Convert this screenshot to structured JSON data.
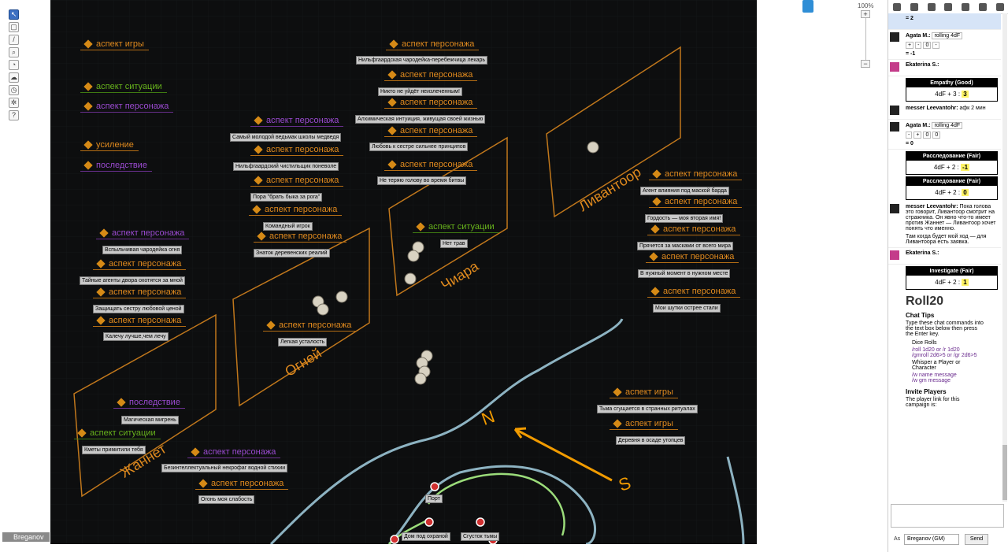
{
  "toolbar": {
    "player_name": "Breganov",
    "player_color": "#f19b00"
  },
  "zoom": {
    "level": "100%",
    "plus": "+",
    "minus": "−"
  },
  "aspects": {
    "game": "аспект игры",
    "situation": "аспект ситуации",
    "character": "аспект персонажа",
    "boost": "усиление",
    "consequence": "последствие"
  },
  "labels": {
    "chiara_1": "Нильфгаардская чародейка-перебежчица лекарь",
    "chiara_2": "Никто не уйдёт неизлеченным!",
    "chiara_3": "Алхимическая интуиция, живущая своей жизнью",
    "chiara_4": "Любовь к сестре сильнее принципов",
    "chiara_5": "Не теряю голову во время битвы",
    "chiara_sit": "Нет трав",
    "ogney_1": "Самый молодой ведьмак школы медведя",
    "ogney_2": "Нильфгаардский чистильщик поневоле",
    "ogney_3": "Пора \"брать быка за рога\"",
    "ogney_4": "Командный игрок",
    "ogney_5": "Знаток деревенских реалий",
    "ogney_6": "Легкая усталость",
    "jeannette_1": "Вспыльчивая чародейка огня",
    "jeannette_2": "Тайные агенты двора охотятся за мной",
    "jeannette_3": "Защищать сестру любовой ценой",
    "jeannette_4": "Калечу лучше,чем лечу",
    "jeannette_5": "Магическая мигрень",
    "jeannette_6": "Кметы примитили тебя",
    "jeannette_7": "Безинтеллектуальный некрофаг водной стихии",
    "jeannette_8": "Огонь моя слабость",
    "livantoor_1": "Агент влияния под маской барда",
    "livantoor_2": "Гордость — моя вторая имя!",
    "livantoor_3": "Прячется за масками от всего мира",
    "livantoor_4": "В нужный момент в нужном месте",
    "livantoor_5": "Мои шутки острее стали",
    "game_1": "Тьма сгущается в странных ритуалах",
    "game_2": "Деревня в осаде утопцев",
    "map_port": "Порт",
    "map_house": "Дом под охраной",
    "map_clot": "Сгусток тьмы"
  },
  "cards": {
    "chiara": "Чиара",
    "ogney": "Огней",
    "jeannette": "Жаннет",
    "livantoor": "Ливантоор"
  },
  "compass": {
    "n": "N",
    "s": "S"
  },
  "chat": {
    "result_top": "= 2",
    "m1_name": "Agata M.:",
    "m1_cmd": "rolling 4dF",
    "m1_dice": [
      "+",
      "-",
      "0",
      "-"
    ],
    "m1_result": "= -1",
    "m2_name": "Ekaterina S.:",
    "m2_title": "Empathy (Good)",
    "m2_formula": "4dF + 3 :",
    "m2_value": "3",
    "m3_name": "messer Leevantohr:",
    "m3_text": "афк 2 мин",
    "m4_name": "Agata M.:",
    "m4_cmd": "rolling 4dF",
    "m4_dice": [
      "-",
      "+",
      "0",
      "0"
    ],
    "m4_result": "= 0",
    "m5_title": "Расследование (Fair)",
    "m5_formula": "4dF + 2 :",
    "m5_value": "-1",
    "m6_title": "Расследование (Fair)",
    "m6_formula": "4dF + 2 :",
    "m6_value": "0",
    "m7_name": "messer Leevantohr:",
    "m7_text": "Пока голова это говорит, Ливантоор смотрит на стражника. Он явно что-то имеет против Жаннет — Ливантоор хочет понять что именно.",
    "m7_text2": "Там когда будет мой ход — для Ливантоора есть заявка.",
    "m8_name": "Ekaterina S.:",
    "m8_title": "Investigate (Fair)",
    "m8_formula": "4dF + 2 :",
    "m8_value": "1",
    "brand": "Roll20",
    "tips_title": "Chat Tips",
    "tips_intro": "Type these chat commands into the text box below then press the Enter key.",
    "tips_dice": "Dice Rolls",
    "tips_roll": "/roll 1d20 or /r 1d20",
    "tips_groll": "/gmroll 2d6>5 or /gr 2d6>5",
    "tips_whisper": "Whisper a Player or Character",
    "tips_w": "/w name message",
    "tips_wgm": "/w gm message",
    "invite_title": "Invite Players",
    "invite_text": "The player link for this campaign is:"
  },
  "chat_input": {
    "as_label": "As",
    "as_value": "Breganov (GM)",
    "send": "Send"
  }
}
